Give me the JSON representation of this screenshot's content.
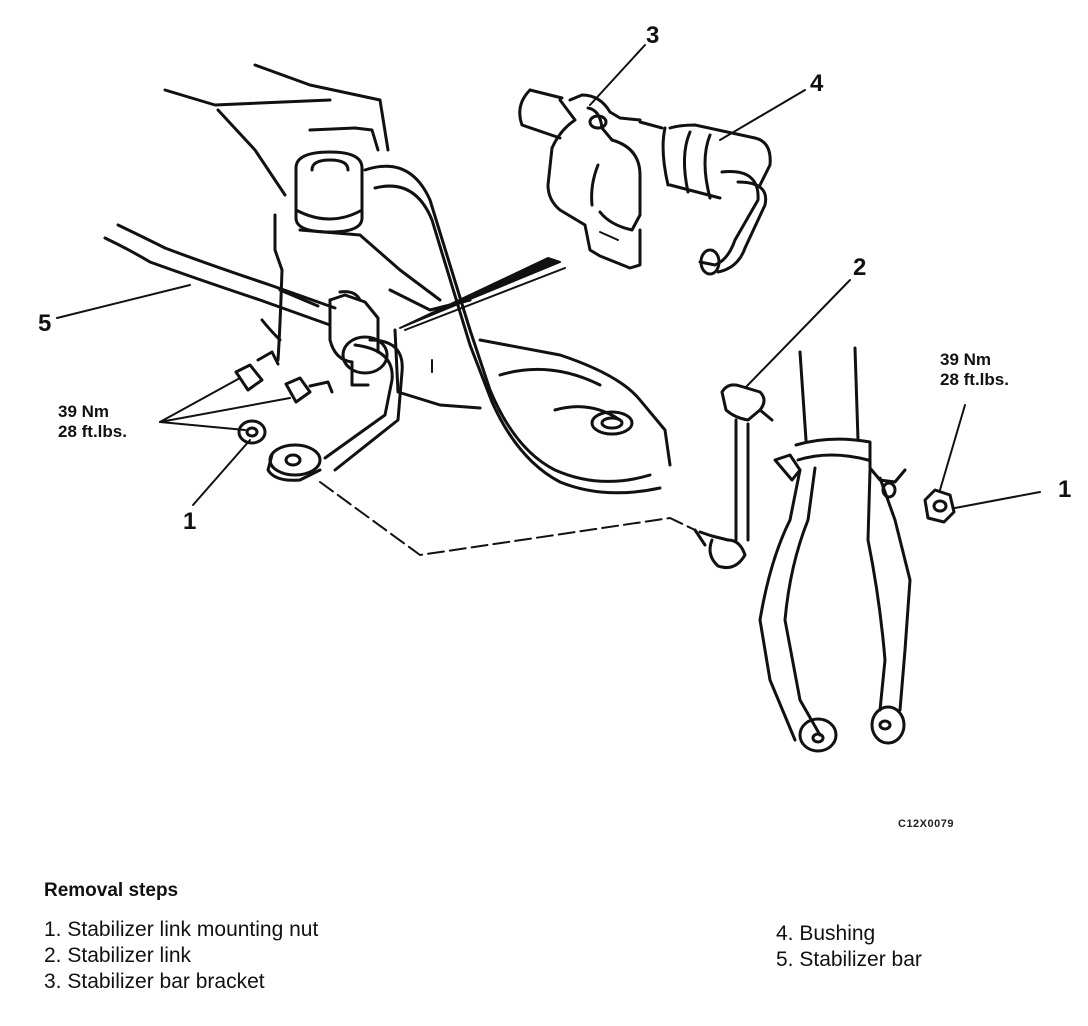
{
  "callouts": {
    "c1_left": "1",
    "c1_right": "1",
    "c2": "2",
    "c3": "3",
    "c4": "4",
    "c5": "5"
  },
  "torque_left": {
    "nm": "39 Nm",
    "ftlbs": "28 ft.lbs."
  },
  "torque_right": {
    "nm": "39 Nm",
    "ftlbs": "28 ft.lbs."
  },
  "figure_code": "C12X0079",
  "removal": {
    "title": "Removal steps",
    "steps": [
      "1. Stabilizer link mounting nut",
      "2. Stabilizer link",
      "3. Stabilizer bar bracket",
      "4. Bushing",
      "5. Stabilizer bar"
    ]
  }
}
